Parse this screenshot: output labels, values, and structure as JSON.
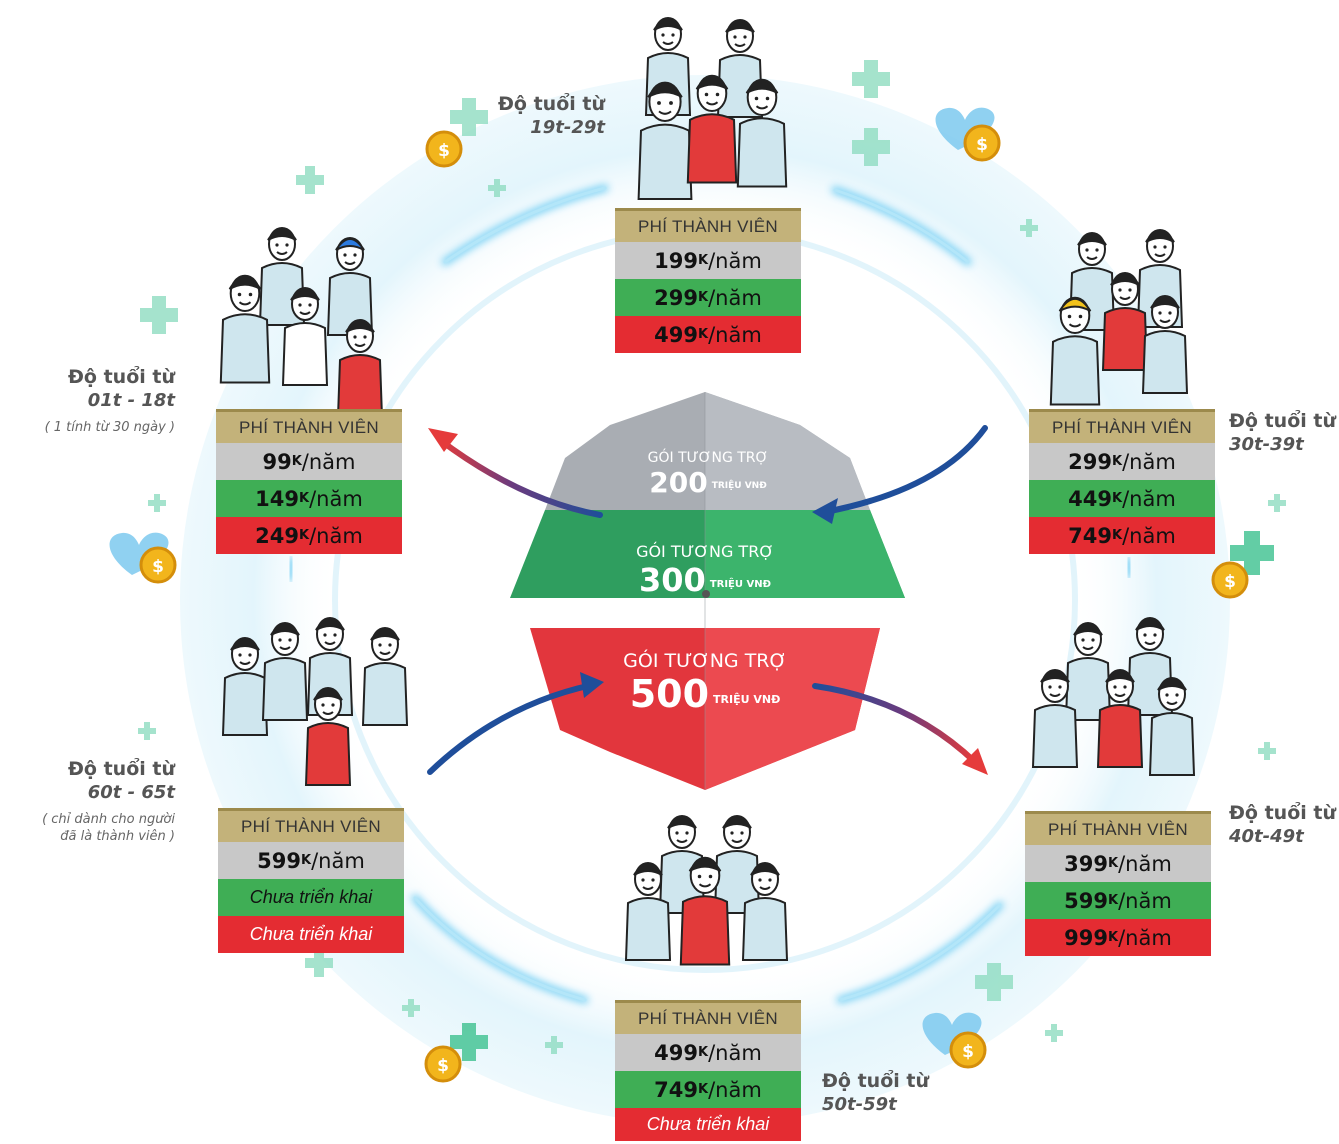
{
  "fee_header": "PHÍ THÀNH VIÊN",
  "per_year": "/năm",
  "k_mark": "K",
  "not_deployed": "Chưa triển khai",
  "packages": [
    {
      "label": "GÓI TƯƠNG TRỢ",
      "amount": "200",
      "unit": "TRIỆU VNĐ",
      "color": "#a9adb3"
    },
    {
      "label": "GÓI TƯƠNG TRỢ",
      "amount": "300",
      "unit": "TRIỆU VNĐ",
      "color": "#34a866"
    },
    {
      "label": "GÓI TƯƠNG TRỢ",
      "amount": "500",
      "unit": "TRIỆU VNĐ",
      "color": "#e2363d"
    }
  ],
  "groups": [
    {
      "age_title": "Độ tuổi từ",
      "age_range": "19t-29t",
      "note": "",
      "fees": [
        "199",
        "299",
        "499"
      ]
    },
    {
      "age_title": "Độ tuổi từ",
      "age_range": "30t-39t",
      "note": "",
      "fees": [
        "299",
        "449",
        "749"
      ]
    },
    {
      "age_title": "Độ tuổi từ",
      "age_range": "40t-49t",
      "note": "",
      "fees": [
        "399",
        "599",
        "999"
      ]
    },
    {
      "age_title": "Độ tuổi từ",
      "age_range": "50t-59t",
      "note": "",
      "fees": [
        "499",
        "749",
        ""
      ]
    },
    {
      "age_title": "Độ tuổi từ",
      "age_range": "60t - 65t",
      "note_line1": "( chỉ dành cho người",
      "note_line2": "đã là thành viên )",
      "fees": [
        "599",
        "",
        ""
      ]
    },
    {
      "age_title": "Độ tuổi từ",
      "age_range": "01t - 18t",
      "note": "( 1 tính từ 30 ngày )",
      "fees": [
        "99",
        "149",
        "249"
      ]
    }
  ],
  "icons": [
    "coin-icon",
    "heart-icon",
    "medical-cross-icon",
    "umbrella-icon",
    "people-group-icon"
  ],
  "colors": {
    "gold": "#c3b27a",
    "gray": "#c8c8c8",
    "green": "#3fae55",
    "red": "#e42c32",
    "ring": "#dff3fb",
    "arrow_blue": "#1f4e9a"
  }
}
